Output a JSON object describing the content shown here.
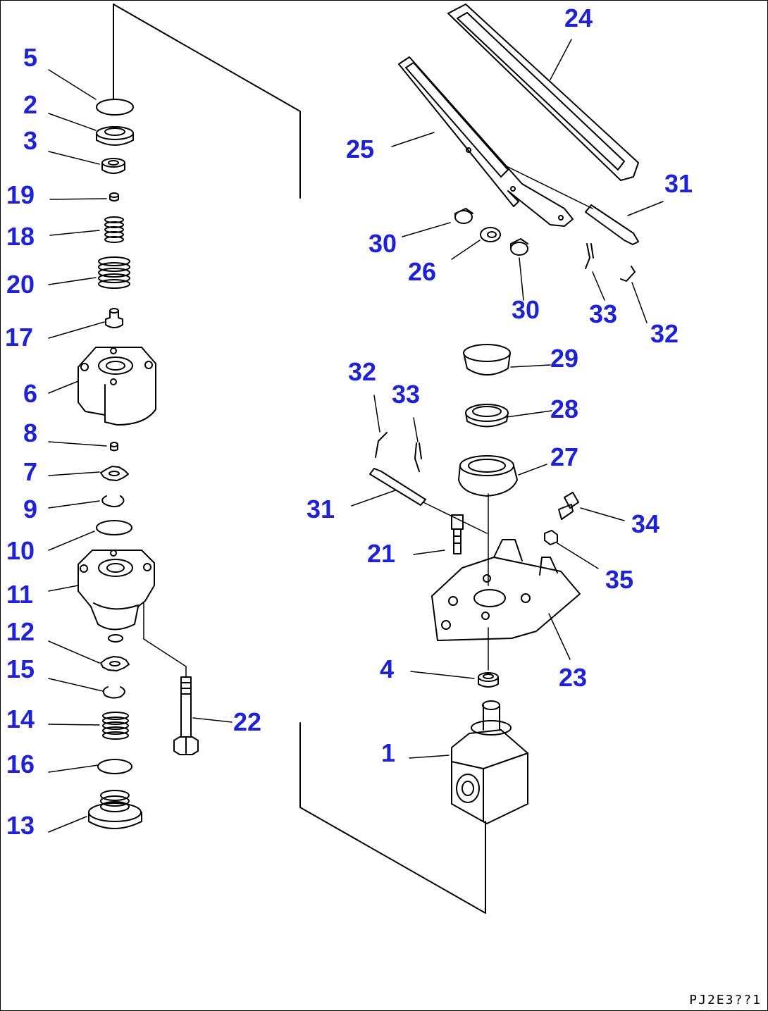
{
  "drawing_code": "PJ2E3??1",
  "callout_color": "#1d22d6",
  "line_color": "#000000",
  "callouts": {
    "c1": "1",
    "c2": "2",
    "c3": "3",
    "c4": "4",
    "c5": "5",
    "c6": "6",
    "c7": "7",
    "c8": "8",
    "c9": "9",
    "c10": "10",
    "c11": "11",
    "c12": "12",
    "c13": "13",
    "c14": "14",
    "c15": "15",
    "c16": "16",
    "c17": "17",
    "c18": "18",
    "c19": "19",
    "c20": "20",
    "c21": "21",
    "c22": "22",
    "c23": "23",
    "c24": "24",
    "c25": "25",
    "c26": "26",
    "c27": "27",
    "c28": "28",
    "c29": "29",
    "c30a": "30",
    "c30b": "30",
    "c31a": "31",
    "c31b": "31",
    "c32a": "32",
    "c32b": "32",
    "c33a": "33",
    "c33b": "33",
    "c34": "34",
    "c35": "35"
  }
}
